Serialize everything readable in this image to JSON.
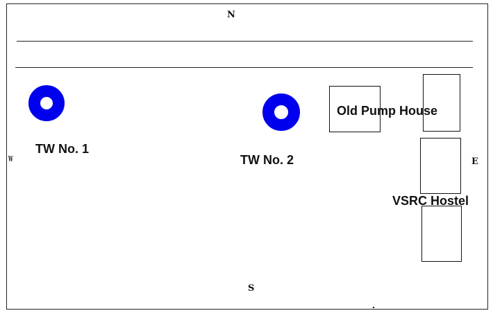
{
  "compass": {
    "north": "N",
    "south": "S",
    "west": "W",
    "east": "E"
  },
  "wells": [
    {
      "label": "TW No. 1"
    },
    {
      "label": "TW No. 2"
    }
  ],
  "buildings": {
    "old_pump_house": "Old Pump House",
    "vsrc_hostel": "VSRC Hostel"
  },
  "colors": {
    "well_ring": "#0000ee",
    "outline": "#111111"
  }
}
